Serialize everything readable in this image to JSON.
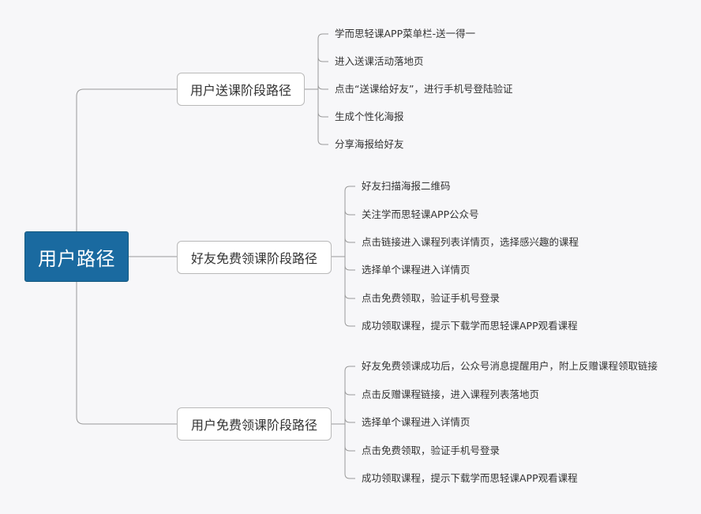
{
  "root": {
    "label": "用户路径"
  },
  "branches": [
    {
      "label": "用户送课阶段路径",
      "leaves": [
        "学而思轻课APP菜单栏-送一得一",
        "进入送课活动落地页",
        "点击“送课给好友”，进行手机号登陆验证",
        "生成个性化海报",
        "分享海报给好友"
      ]
    },
    {
      "label": "好友免费领课阶段路径",
      "leaves": [
        "好友扫描海报二维码",
        "关注学而思轻课APP公众号",
        "点击链接进入课程列表详情页，选择感兴趣的课程",
        "选择单个课程进入详情页",
        "点击免费领取，验证手机号登录",
        "成功领取课程，提示下载学而思轻课APP观看课程"
      ]
    },
    {
      "label": "用户免费领课阶段路径",
      "leaves": [
        "好友免费领课成功后，公众号消息提醒用户，附上反赠课程领取链接",
        "点击反赠课程链接，进入课程列表落地页",
        "选择单个课程进入详情页",
        "点击免费领取，验证手机号登录",
        "成功领取课程，提示下载学而思轻课APP观看课程"
      ]
    }
  ],
  "colors": {
    "root_fill": "#1a6aa0",
    "background": "#f7f7f9",
    "connector": "#9a9a9a"
  }
}
